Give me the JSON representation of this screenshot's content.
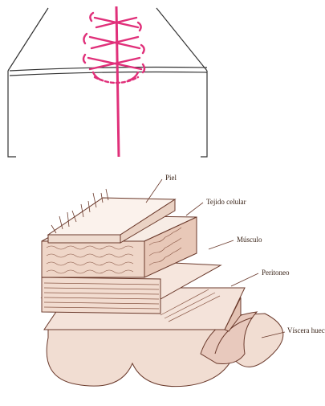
{
  "labels": {
    "piel": "Piel",
    "tejido": "Tejido celular",
    "musculo": "Músculo",
    "peritoneo": "Peritoneo",
    "viscera": "Víscera hueca"
  },
  "colors": {
    "suture": "#e0307a",
    "line": "#333333",
    "sketch": "#7a4a3a",
    "fill": "#f3e4dc"
  }
}
